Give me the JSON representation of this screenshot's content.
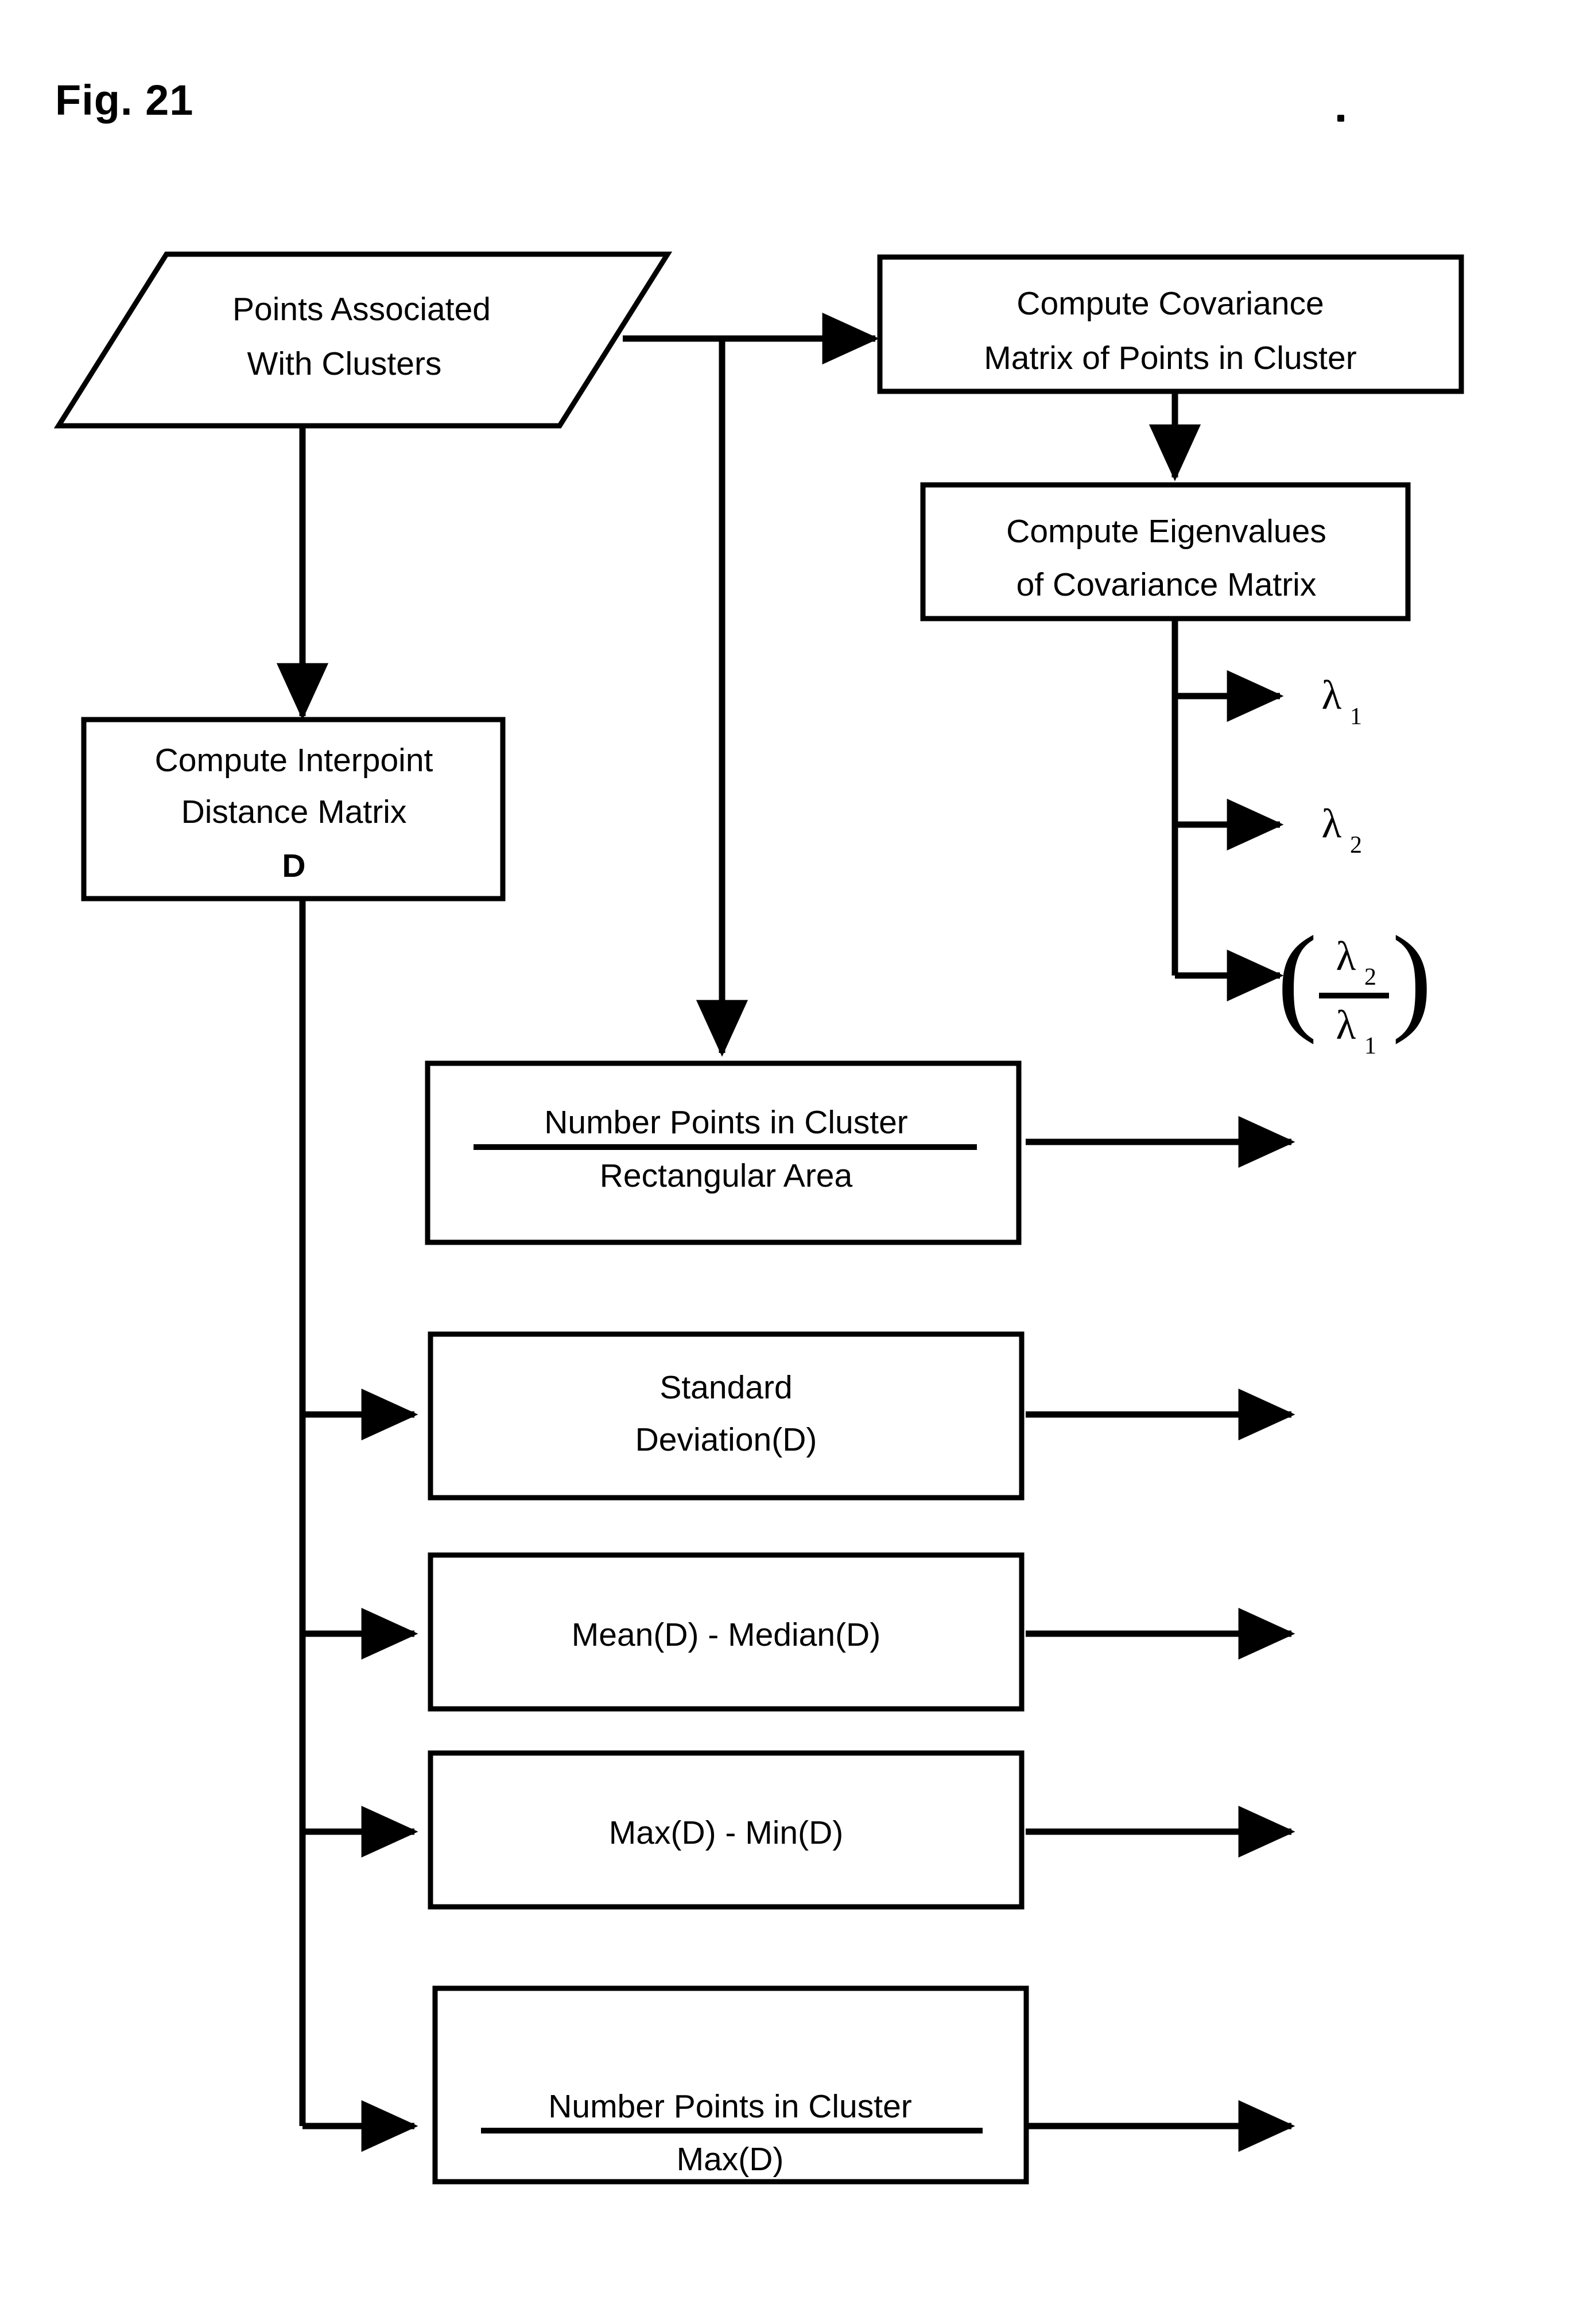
{
  "figure": {
    "label": "Fig. 21",
    "type": "flowchart"
  },
  "nodes": {
    "input": {
      "shape": "parallelogram",
      "line1": "Points Associated",
      "line2": "With Clusters"
    },
    "covariance": {
      "shape": "rectangle",
      "line1": "Compute Covariance",
      "line2": "Matrix of Points in Cluster"
    },
    "eigenvalues": {
      "shape": "rectangle",
      "line1": "Compute Eigenvalues",
      "line2": "of Covariance Matrix"
    },
    "distance_matrix": {
      "shape": "rectangle",
      "line1": "Compute Interpoint",
      "line2": "Distance Matrix",
      "line3": "D"
    },
    "density_area": {
      "shape": "rectangle",
      "numerator": "Number Points in Cluster",
      "denominator": "Rectangular Area"
    },
    "std_dev": {
      "shape": "rectangle",
      "line1": "Standard",
      "line2": "Deviation(D)"
    },
    "mean_median": {
      "shape": "rectangle",
      "line1": "Mean(D) - Median(D)"
    },
    "max_min": {
      "shape": "rectangle",
      "line1": "Max(D) - Min(D)"
    },
    "density_maxd": {
      "shape": "rectangle",
      "numerator": "Number Points in Cluster",
      "denominator": "Max(D)"
    }
  },
  "outputs": {
    "lambda1": {
      "symbol": "λ",
      "subscript": "1"
    },
    "lambda2": {
      "symbol": "λ",
      "subscript": "2"
    },
    "lambda_ratio": {
      "open_paren": "(",
      "close_paren": ")",
      "numerator_symbol": "λ",
      "numerator_subscript": "2",
      "denominator_symbol": "λ",
      "denominator_subscript": "1"
    }
  },
  "colors": {
    "stroke": "#000000",
    "background": "#ffffff"
  }
}
